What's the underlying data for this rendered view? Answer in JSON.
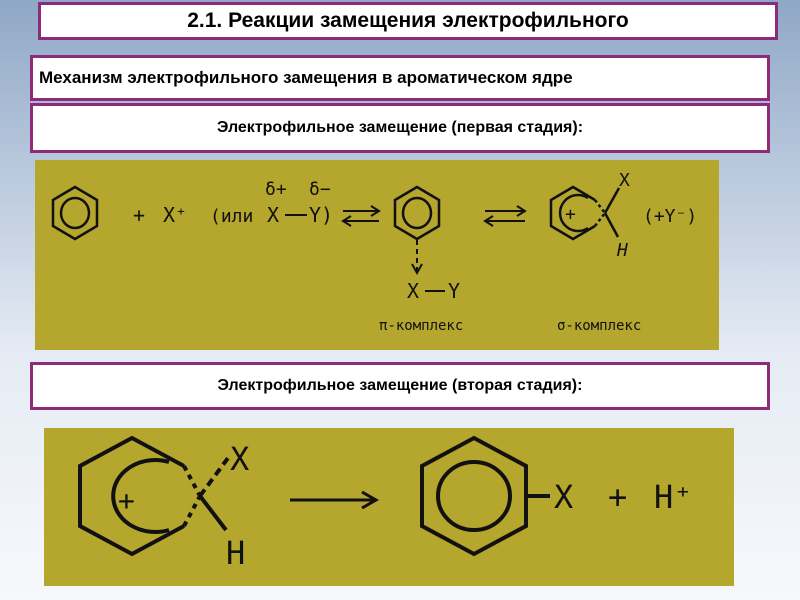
{
  "title": "2.1. Реакции замещения электрофильного",
  "mechanism_label": "Механизм электрофильного замещения в ароматическом ядре",
  "stage1_label": "Электрофильное замещение (первая стадия):",
  "stage2_label": "Электрофильное замещение (вторая стадия):",
  "reaction1": {
    "plus": "+",
    "electrophile": "X⁺",
    "alt_open": "(или",
    "delta_plus": "δ+",
    "delta_minus": "δ−",
    "reagent_x": "X",
    "reagent_y": "Y)",
    "pi_complex_x": "X",
    "pi_complex_y": "Y",
    "pi_complex_label": "π-комплекс",
    "sigma_ring_charge": "+",
    "sigma_x": "X",
    "sigma_h": "H",
    "counter_ion": "(+Y⁻)",
    "sigma_complex_label": "σ-комплекс"
  },
  "reaction2": {
    "ring_charge": "+",
    "x": "X",
    "h": "H",
    "product_x": "X",
    "plus": "+",
    "proton": "H⁺"
  },
  "colors": {
    "border": "#8c2b78",
    "panel": "#b5a62e"
  }
}
